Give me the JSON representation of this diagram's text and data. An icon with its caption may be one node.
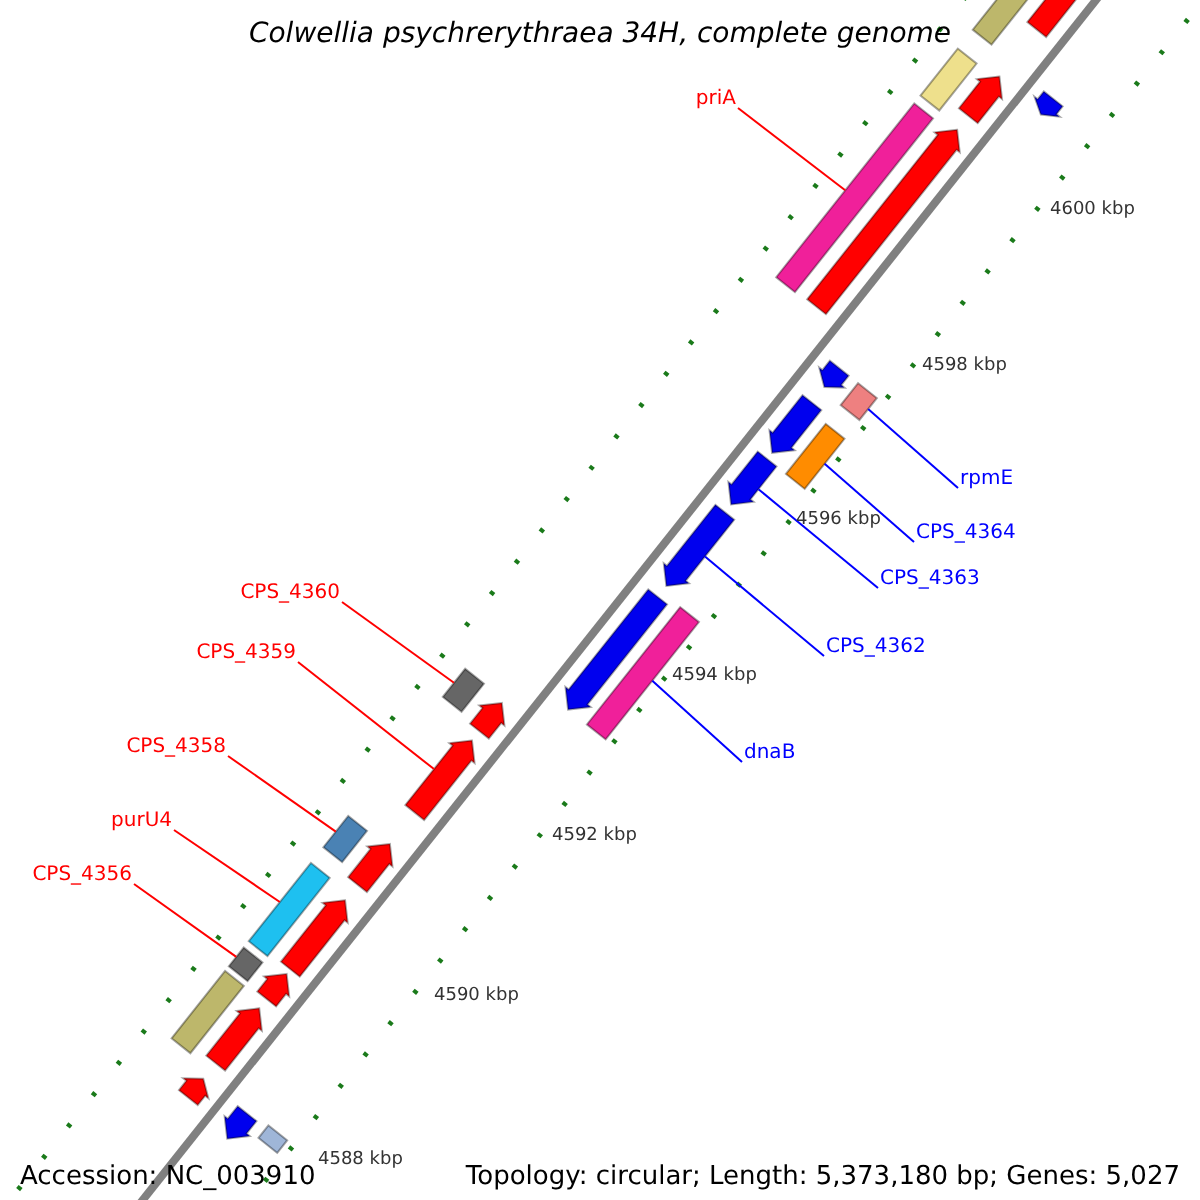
{
  "diagram": {
    "title": "Colwellia psychrerythraea 34H, complete genome",
    "nodes": [
      {
        "text": [
          "priA"
        ]
      },
      {
        "text": [],
        "shape": "bar"
      },
      {
        "text": [
          "rpmE"
        ]
      },
      {
        "text": [],
        "shape": "bar"
      },
      {
        "text": [
          "CPS_4364"
        ]
      },
      {
        "text": [],
        "shape": "bar"
      },
      {
        "text": [
          "CPS_4363"
        ]
      },
      {
        "text": [],
        "shape": "bar"
      },
      {
        "text": [
          "CPS_4360"
        ]
      },
      {
        "text": [],
        "shape": "bar"
      },
      {
        "text": [
          "CPS_4362"
        ]
      },
      {
        "text": [],
        "shape": "bar"
      },
      {
        "text": [
          "CPS_4359"
        ]
      },
      {
        "text": [],
        "shape": "bar"
      },
      {
        "text": [
          "dnaB"
        ]
      },
      {
        "text": [],
        "shape": "bar"
      },
      {
        "text": [
          "CPS_4358"
        ]
      },
      {
        "text": [],
        "shape": "bar"
      },
      {
        "text": [
          "purU4"
        ]
      },
      {
        "text": [],
        "shape": "bar"
      },
      {
        "text": [
          "CPS_4356"
        ]
      },
      {
        "text": [],
        "shape": "bar"
      },
      {
        "text": [],
        "shape": "bar"
      },
      {
        "text": [],
        "shape": "bar"
      },
      {
        "text": [],
        "shape": "bar"
      },
      {
        "text": [],
        "shape": "bar"
      },
      {
        "text": [],
        "shape": "bar"
      },
      {
        "text": [],
        "shape": "bar"
      },
      {
        "text": [],
        "shape": "bar"
      },
      {
        "text": [],
        "shape": "bar"
      },
      {
        "text": [],
        "shape": "bar"
      },
      {
        "text": [],
        "shape": "bar"
      },
      {
        "text": [],
        "shape": "bar"
      },
      {
        "text": [],
        "shape": "bar"
      },
      {
        "text": [],
        "shape": "bar"
      },
      {
        "text": [],
        "shape": "bar"
      },
      {
        "text": [],
        "shape": "bar"
      },
      {
        "text": [],
        "shape": "bar"
      },
      {
        "text": [],
        "shape": "bar"
      },
      {
        "text": [],
        "shape": "bar"
      }
    ],
    "edges": [
      {
        "from": 0,
        "to": 1,
        "arrow": "none"
      },
      {
        "from": 2,
        "to": 3,
        "arrow": "none",
        "color": "#0000ff"
      },
      {
        "from": 4,
        "to": 5,
        "arrow": "none",
        "color": "#0000ff"
      },
      {
        "from": 6,
        "to": 7,
        "arrow": "none",
        "color": "#0000ff"
      },
      {
        "from": 8,
        "to": 9,
        "arrow": "none"
      },
      {
        "from": 10,
        "to": 11,
        "arrow": "none",
        "color": "#0000ff"
      },
      {
        "from": 12,
        "to": 13,
        "arrow": "none"
      },
      {
        "from": 14,
        "to": 15,
        "arrow": "none",
        "color": "#0000ff"
      },
      {
        "from": 16,
        "to": 17,
        "arrow": "none"
      },
      {
        "from": 18,
        "to": 19,
        "arrow": "none"
      },
      {
        "from": 20,
        "to": 21,
        "arrow": "none"
      }
    ],
    "labels": [
      "4600 kbp",
      "4598 kbp",
      "4596 kbp",
      "4594 kbp",
      "4592 kbp",
      "4590 kbp",
      "4588 kbp",
      "Accession: NC_003910",
      "Topology: circular; Length: 5,373,180 bp; Genes: 5,027"
    ]
  }
}
